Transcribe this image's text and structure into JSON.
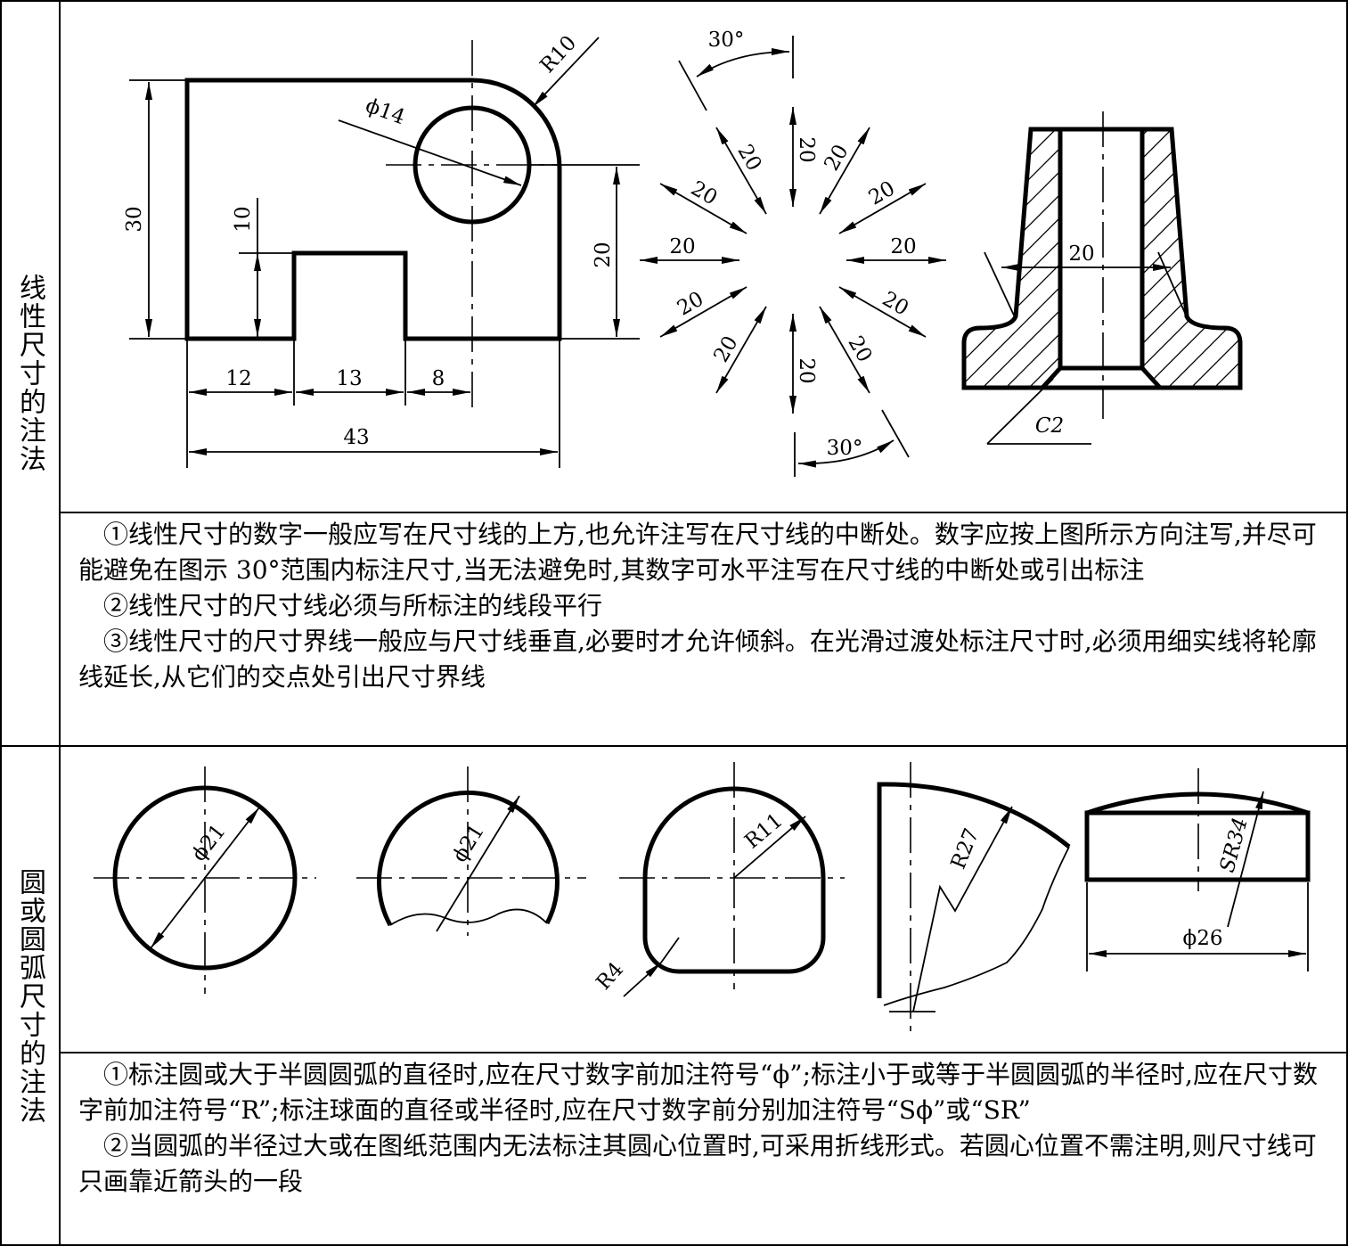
{
  "sections": [
    {
      "label": "线性尺寸的注法",
      "paragraphs": [
        "①线性尺寸的数字一般应写在尺寸线的上方,也允许注写在尺寸线的中断处。数字应按上图所示方向注写,并尽可能避免在图示 30°范围内标注尺寸,当无法避免时,其数字可水平注写在尺寸线的中断处或引出标注",
        "②线性尺寸的尺寸线必须与所标注的线段平行",
        "③线性尺寸的尺寸界线一般应与尺寸线垂直,必要时才允许倾斜。在光滑过渡处标注尺寸时,必须用细实线将轮廓线延长,从它们的交点处引出尺寸界线"
      ]
    },
    {
      "label": "圆或圆弧尺寸的注法",
      "paragraphs": [
        "①标注圆或大于半圆圆弧的直径时,应在尺寸数字前加注符号“ϕ”;标注小于或等于半圆圆弧的半径时,应在尺寸数字前加注符号“R”;标注球面的直径或半径时,应在尺寸数字前分别加注符号“Sϕ”或“SR”",
        "②当圆弧的半径过大或在图纸范围内无法标注其圆心位置时,可采用折线形式。若圆心位置不需注明,则尺寸线可只画靠近箭头的一段"
      ]
    }
  ],
  "figure1": {
    "dims": {
      "d30": "30",
      "d10": "10",
      "d20": "20",
      "d12": "12",
      "d13": "13",
      "d8": "8",
      "d43": "43",
      "phi14": "ϕ14",
      "r10": "R10"
    },
    "angle_top": "30°",
    "angle_bottom": "30°",
    "ray_label": "20",
    "sleeve_width": "20",
    "chamfer": "C2"
  },
  "figure2": {
    "circle_phi": "ϕ21",
    "arc_phi": "ϕ21",
    "r11": "R11",
    "r4": "R4",
    "r27": "R27",
    "sr34": "SR34",
    "phi26": "ϕ26"
  }
}
